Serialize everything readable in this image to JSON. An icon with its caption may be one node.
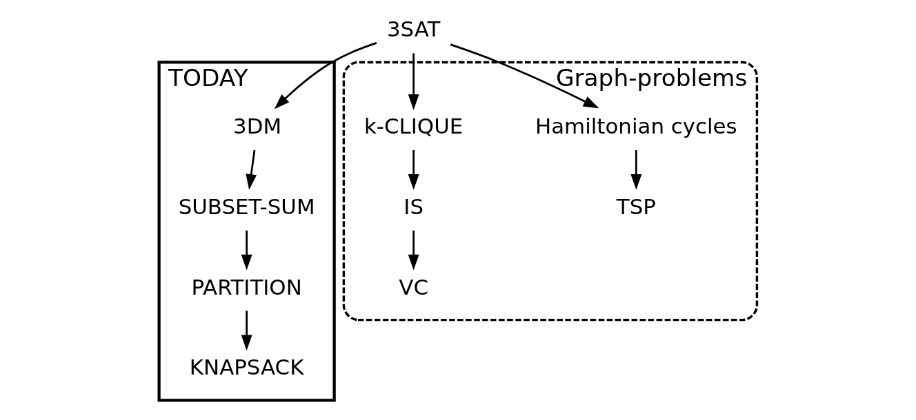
{
  "diagram": {
    "nodes": [
      {
        "text": [
          "TODAY"
        ]
      },
      {
        "text": [
          "3DM"
        ],
        "in": 0
      },
      {
        "text": [
          "SUBSET-SUM"
        ],
        "in": 0
      },
      {
        "text": [
          "PARTITION"
        ],
        "in": 0
      },
      {
        "text": [
          "KNAPSACK"
        ],
        "in": 0
      },
      {
        "text": [
          "3SAT"
        ]
      },
      {
        "text": [
          "Graph-problems"
        ]
      },
      {
        "text": [
          "Hamiltonian cycles"
        ],
        "in": 6
      },
      {
        "text": [
          "k-CLIQUE"
        ],
        "in": 6
      },
      {
        "text": [
          "IS"
        ],
        "in": 6
      },
      {
        "text": [
          "TSP"
        ],
        "in": 6
      },
      {
        "text": [
          "VC"
        ],
        "in": 6
      }
    ],
    "edges": [
      {
        "from": 5,
        "to": 1,
        "arrow": "to"
      },
      {
        "from": 5,
        "to": 7,
        "arrow": "to"
      },
      {
        "from": 5,
        "to": 8,
        "arrow": "to"
      },
      {
        "from": 1,
        "to": 2,
        "arrow": "to"
      },
      {
        "from": 2,
        "to": 3,
        "arrow": "to"
      },
      {
        "from": 3,
        "to": 4,
        "arrow": "to"
      },
      {
        "from": 7,
        "to": 10,
        "arrow": "to"
      },
      {
        "from": 8,
        "to": 9,
        "arrow": "to"
      },
      {
        "from": 9,
        "to": 11,
        "arrow": "to"
      }
    ]
  }
}
